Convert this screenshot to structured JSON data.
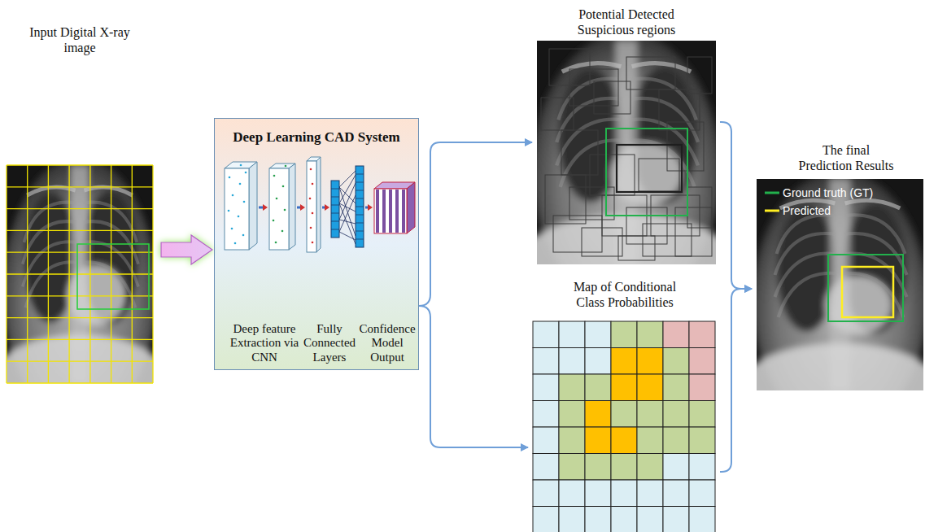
{
  "diagram": {
    "nodes": [
      {
        "text": [
          "Input Digital X-ray image"
        ]
      },
      {
        "text": [
          "Deep Learning CAD System",
          "Deep feature Extraction via CNN",
          "Fully Connected Layers",
          "Confidence Model Output"
        ]
      },
      {
        "text": [
          "Potential Detected Suspicious regions"
        ]
      },
      {
        "text": [
          "Map of Conditional Class Probabilities"
        ]
      },
      {
        "text": [
          "The final Prediction Results"
        ]
      }
    ],
    "edges": [
      {
        "from": 0,
        "to": 1,
        "arrow": "to"
      },
      {
        "from": 1,
        "to": 2,
        "arrow": "to"
      },
      {
        "from": 1,
        "to": 3,
        "arrow": "to"
      },
      {
        "from": 2,
        "to": 4,
        "arrow": "to"
      },
      {
        "from": 3,
        "to": 4,
        "arrow": "to"
      }
    ],
    "legend": [
      {
        "text": "Ground truth (GT)"
      },
      {
        "text": "Predicted"
      }
    ]
  }
}
